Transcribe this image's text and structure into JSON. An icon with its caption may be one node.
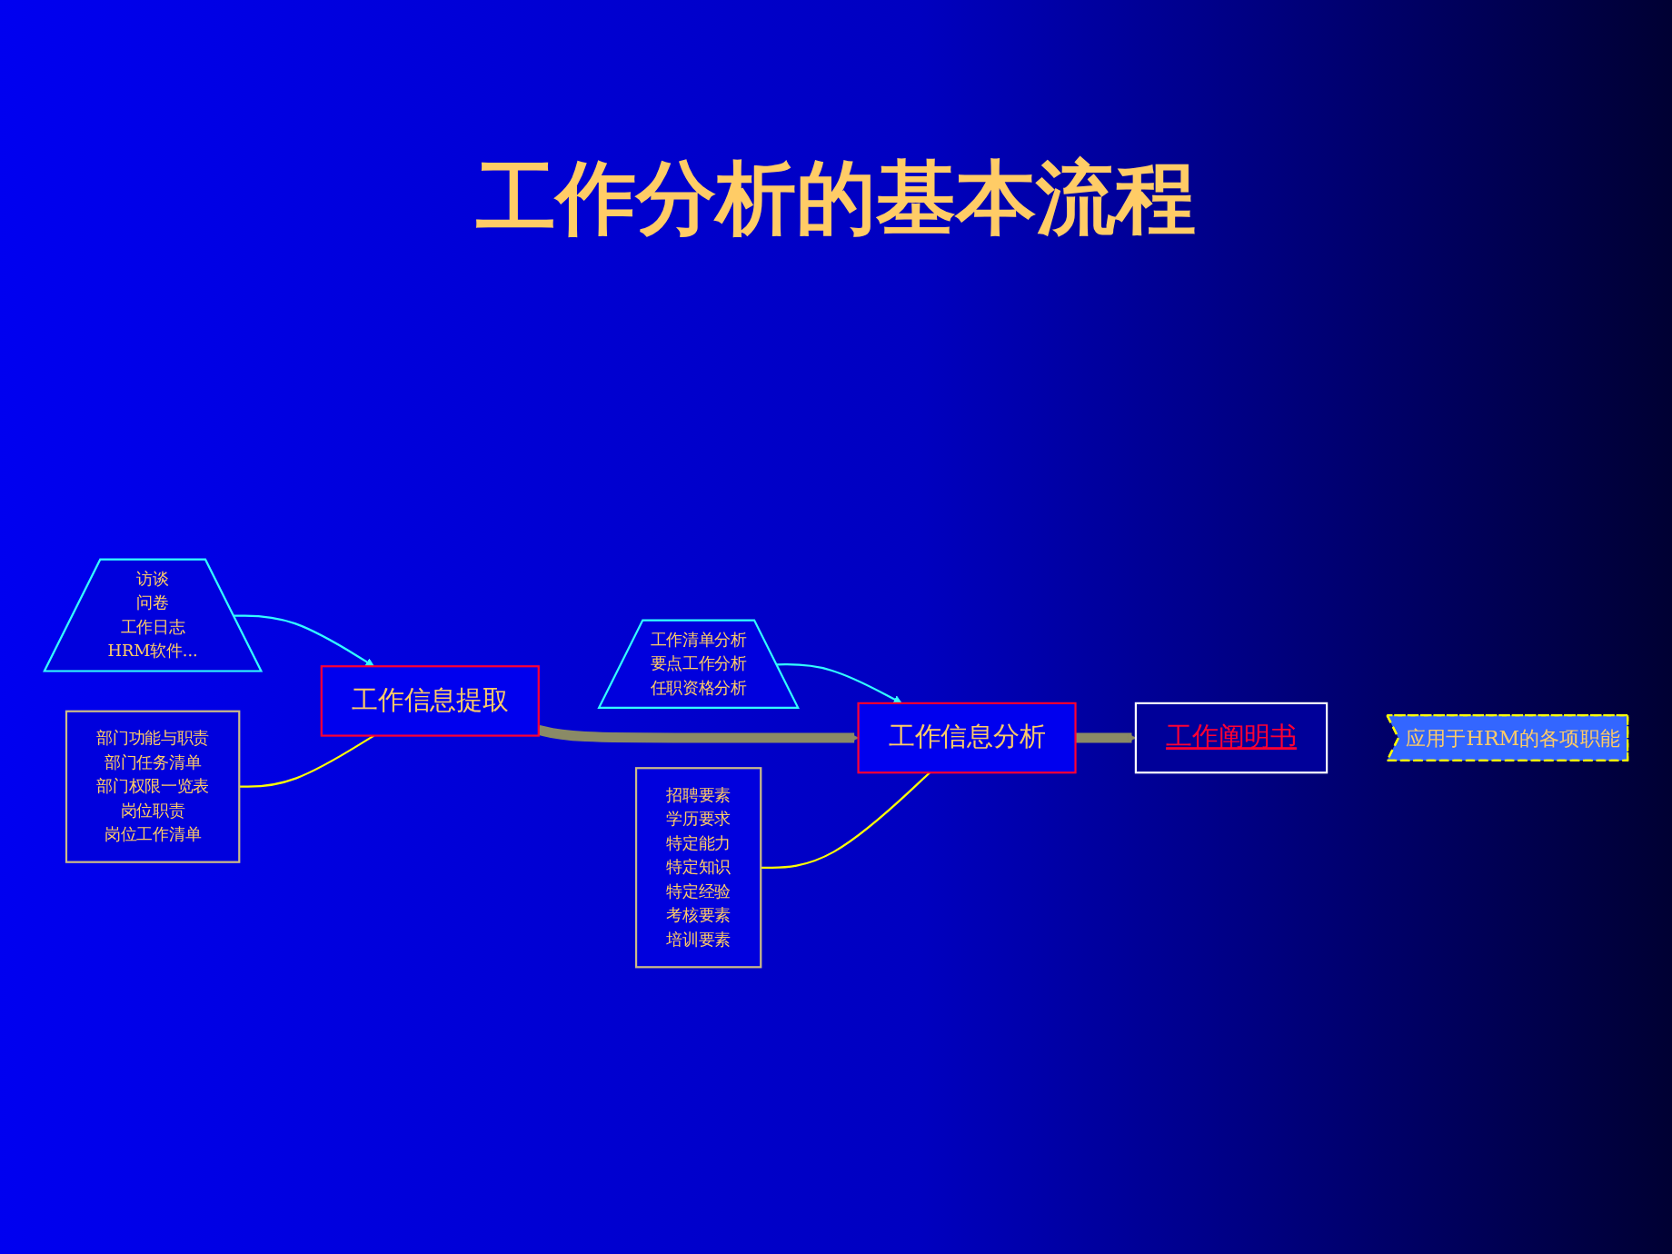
{
  "diagram": {
    "title": "工作分析的基本流程",
    "nodes": [
      {
        "text": [
          "访谈",
          "问卷",
          "工作日志",
          "HRM软件..."
        ]
      },
      {
        "text": [
          "工作清单分析",
          "要点工作分析",
          "任职资格分析"
        ]
      },
      {
        "text": [
          "工作信息提取"
        ]
      },
      {
        "text": [
          "工作信息分析"
        ]
      },
      {
        "text": [
          "工作阐明书"
        ]
      },
      {
        "text": [
          "应用于HRM的各项职能"
        ]
      },
      {
        "text": [
          "部门功能与职责",
          "部门任务清单",
          "部门权限一览表",
          "岗位职责",
          "岗位工作清单"
        ]
      },
      {
        "text": [
          "招聘要素",
          "学历要求",
          "特定能力",
          "特定知识",
          "特定经验",
          "考核要素",
          "培训要素"
        ]
      }
    ],
    "edges": [
      {
        "from": 0,
        "to": 2,
        "arrow": "to",
        "color": "#33ffff"
      },
      {
        "from": 1,
        "to": 3,
        "arrow": "to",
        "color": "#33ffff"
      },
      {
        "from": 2,
        "to": 3,
        "arrow": "to",
        "style": "thick",
        "color": "#8a8a66"
      },
      {
        "from": 3,
        "to": 4,
        "arrow": "to",
        "style": "thick",
        "color": "#8a8a66"
      },
      {
        "from": 6,
        "to": 2,
        "arrow": "none",
        "color": "#ffff00"
      },
      {
        "from": 7,
        "to": 3,
        "arrow": "none",
        "color": "#ffff00"
      }
    ]
  }
}
